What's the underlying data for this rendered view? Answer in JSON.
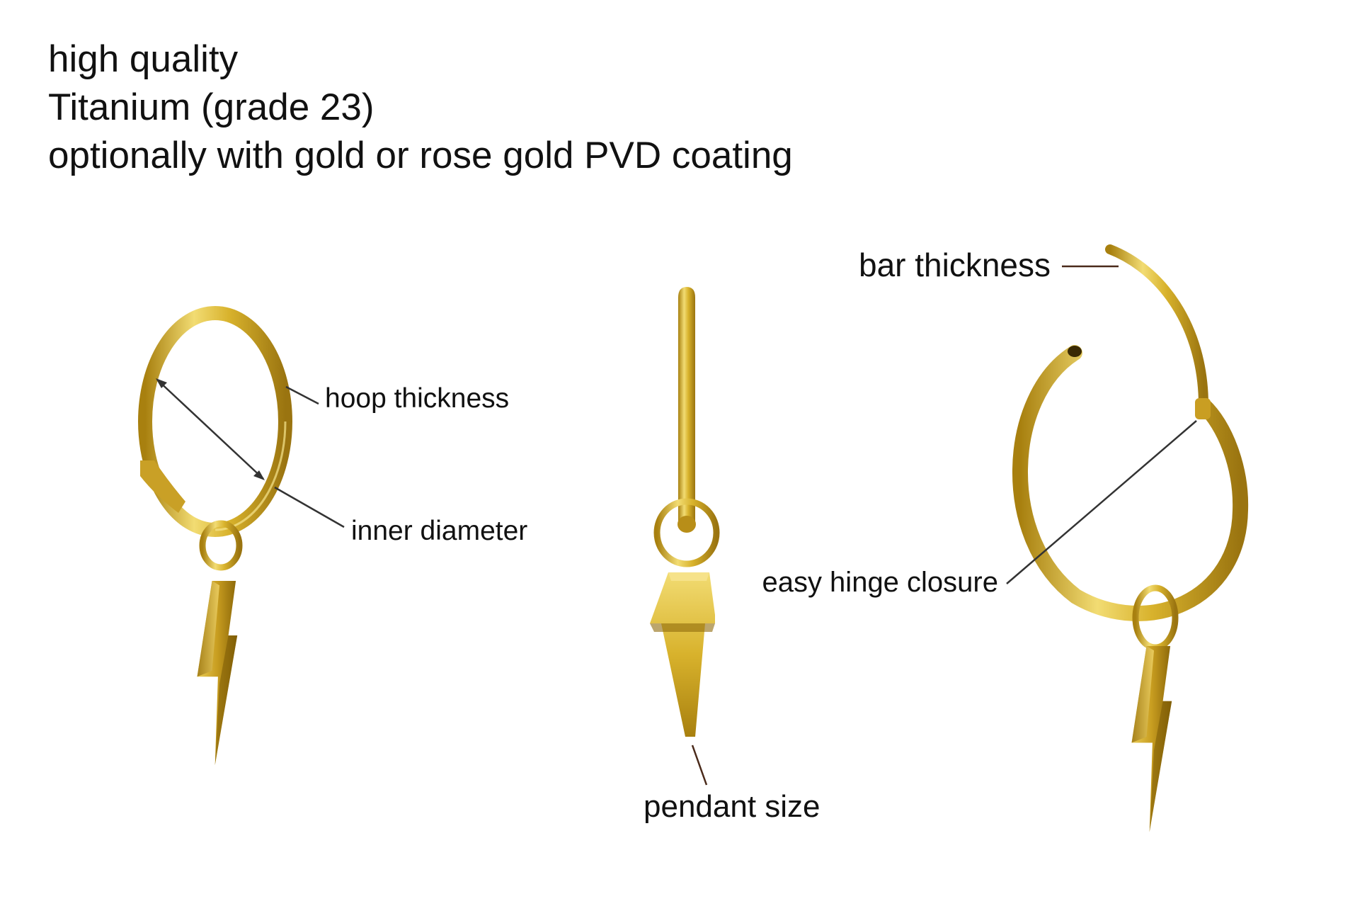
{
  "heading": {
    "line1": "high quality",
    "line2": "Titanium (grade 23)",
    "line3": "optionally with gold or rose gold PVD coating"
  },
  "callouts": {
    "hoop_thickness": "hoop thickness",
    "inner_diameter": "inner diameter",
    "bar_thickness": "bar thickness",
    "easy_hinge_closure": "easy hinge closure",
    "pendant_size": "pendant size"
  },
  "colors": {
    "gold_dark": "#a8800f",
    "gold_mid": "#d8b22c",
    "gold_light": "#f2dc73",
    "leader_line": "#333333",
    "leader_line_brown": "#4a2a1a",
    "text": "#111111",
    "background": "#ffffff"
  }
}
